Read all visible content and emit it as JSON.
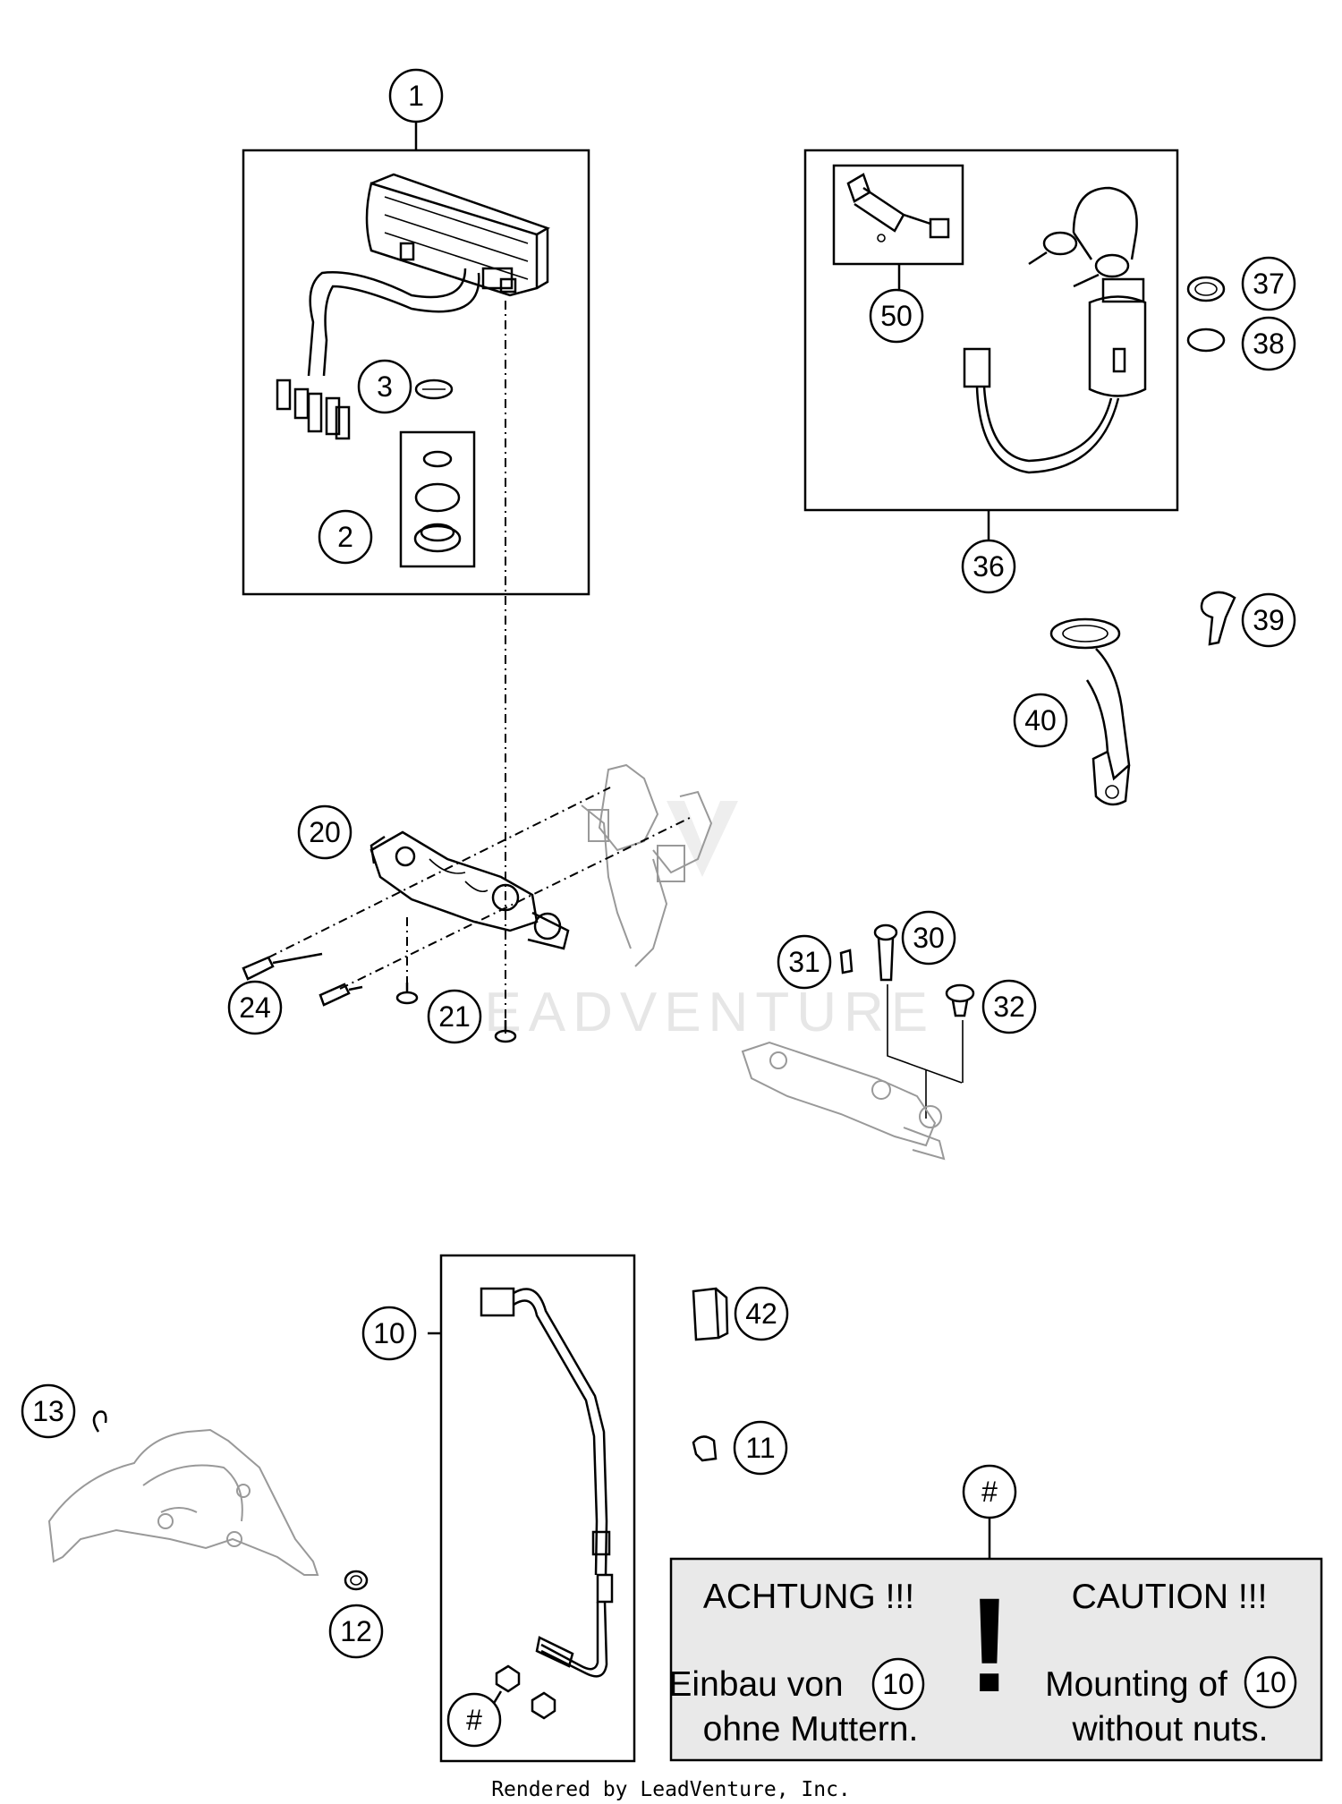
{
  "callouts": [
    {
      "id": "c1",
      "label": "1"
    },
    {
      "id": "c2",
      "label": "2"
    },
    {
      "id": "c3",
      "label": "3"
    },
    {
      "id": "c50",
      "label": "50"
    },
    {
      "id": "c36",
      "label": "36"
    },
    {
      "id": "c37",
      "label": "37"
    },
    {
      "id": "c38",
      "label": "38"
    },
    {
      "id": "c39",
      "label": "39"
    },
    {
      "id": "c40",
      "label": "40"
    },
    {
      "id": "c20",
      "label": "20"
    },
    {
      "id": "c24",
      "label": "24"
    },
    {
      "id": "c21",
      "label": "21"
    },
    {
      "id": "c31",
      "label": "31"
    },
    {
      "id": "c30",
      "label": "30"
    },
    {
      "id": "c32",
      "label": "32"
    },
    {
      "id": "c10",
      "label": "10"
    },
    {
      "id": "c42",
      "label": "42"
    },
    {
      "id": "c13",
      "label": "13"
    },
    {
      "id": "c11",
      "label": "11"
    },
    {
      "id": "c12",
      "label": "12"
    },
    {
      "id": "chash1",
      "label": "#"
    },
    {
      "id": "chash2",
      "label": "#"
    }
  ],
  "watermark": "LEADVENTURE",
  "caution": {
    "left_title": "ACHTUNG !!!",
    "left_line1": "Einbau von",
    "left_ref": "10",
    "left_line2": "ohne Muttern.",
    "mark": "!",
    "right_title": "CAUTION !!!",
    "right_line1": "Mounting of",
    "right_ref": "10",
    "right_line2": "without nuts."
  },
  "footer": "Rendered by LeadVenture, Inc."
}
